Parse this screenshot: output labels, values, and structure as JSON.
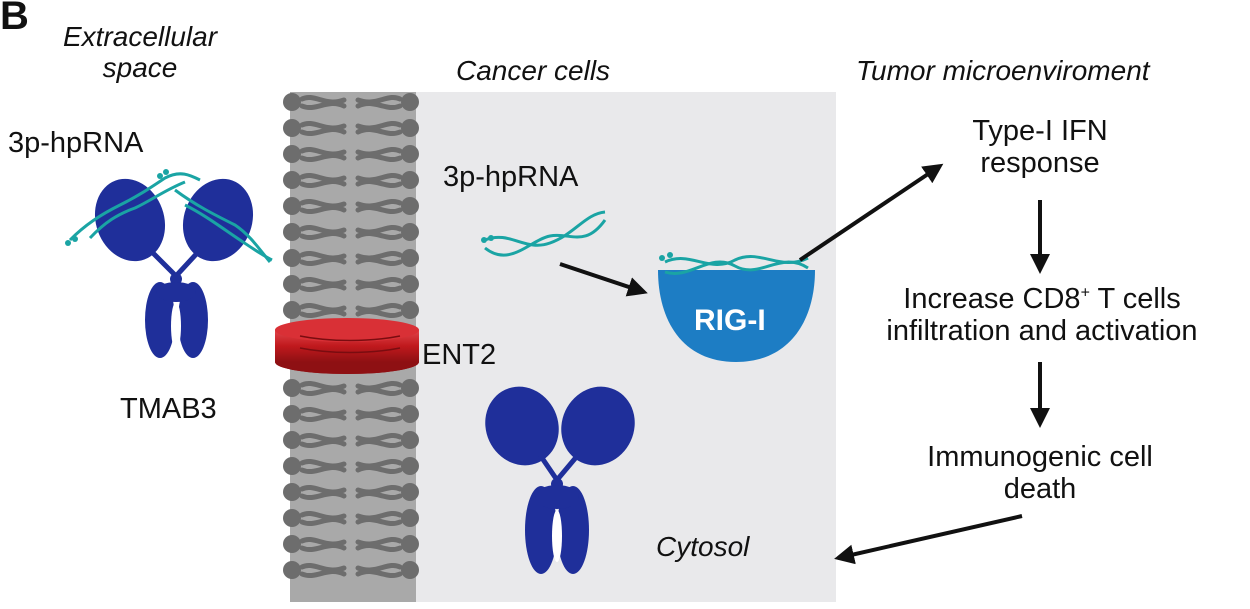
{
  "panel_label": "B",
  "headings": {
    "extracellular": "Extracellular space",
    "cancer_cells": "Cancer cells",
    "tumor_microenv": "Tumor microenviroment"
  },
  "labels": {
    "hprna_outside": "3p-hpRNA",
    "hprna_inside": "3p-hpRNA",
    "tmab3": "TMAB3",
    "ent2": "ENT2",
    "rig_i": "RIG-I",
    "cytosol": "Cytosol"
  },
  "flow": {
    "ifn": "Type-I IFN response",
    "cd8_pre": "Increase CD8",
    "cd8_sup": "+",
    "cd8_post": " T cells",
    "cd8_line2": "infiltration and activation",
    "icd": "Immunogenic cell death"
  },
  "colors": {
    "cytosol_fill": "#e9e9eb",
    "membrane": "#a9a9a9",
    "lipid": "#6d6d6d",
    "antibody": "#1f2f9a",
    "rna": "#1aa4a4",
    "ent2": "#c0191d",
    "rig_i": "#1d7dc4",
    "arrow": "#111111"
  }
}
